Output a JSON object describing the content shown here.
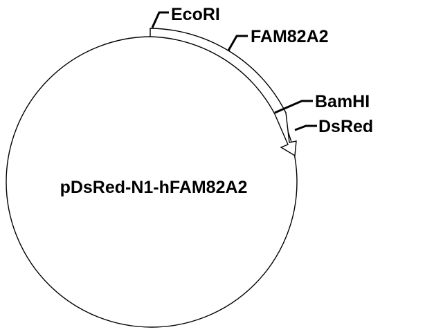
{
  "plasmid": {
    "name": "pDsRed-N1-hFAM82A2"
  },
  "features": [
    {
      "id": "ecori",
      "label": "EcoRI",
      "kind": "restriction-site"
    },
    {
      "id": "fam82a2",
      "label": "FAM82A2",
      "kind": "insert"
    },
    {
      "id": "bamhi",
      "label": "BamHI",
      "kind": "restriction-site"
    },
    {
      "id": "dsred",
      "label": "DsRed",
      "kind": "gene"
    }
  ],
  "colors": {
    "line": "#000000",
    "background": "#ffffff",
    "arrow_fill": "#ffffff"
  }
}
